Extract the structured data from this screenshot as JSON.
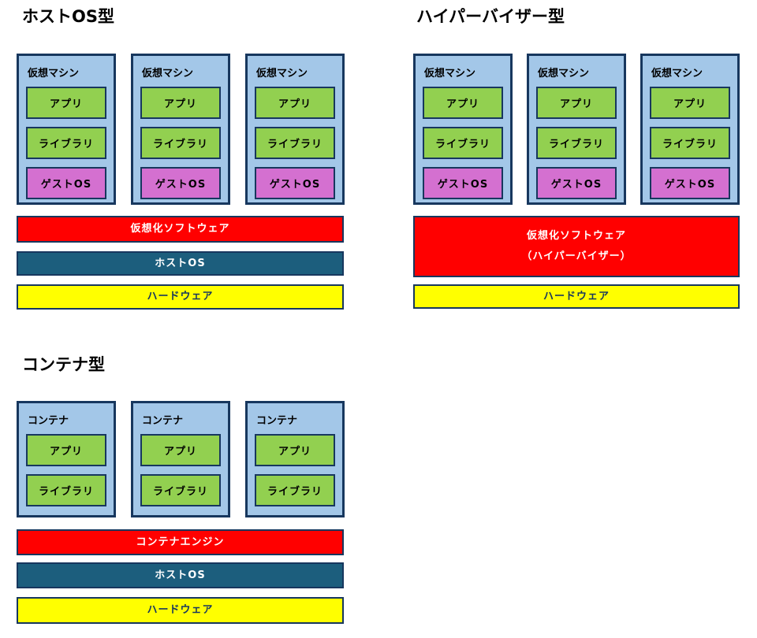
{
  "colors": {
    "canvas_bg": "#FFFFFF",
    "box_fill": "#A3C7E8",
    "outline": "#17375E",
    "green": "#92D050",
    "magenta": "#D470D0",
    "red": "#FF0000",
    "teal": "#1C5E7D",
    "yellow": "#FFFF00",
    "dark_text": "#000000",
    "navy_text": "#17375E",
    "white_text": "#FFFFFF"
  },
  "sections": [
    {
      "title": "ホストOS型",
      "machines": [
        {
          "label": "仮想マシン",
          "layers": [
            {
              "label": "アプリ",
              "color": "green"
            },
            {
              "label": "ライブラリ",
              "color": "green"
            },
            {
              "label": "ゲストOS",
              "color": "magenta"
            }
          ]
        },
        {
          "label": "仮想マシン",
          "layers": [
            {
              "label": "アプリ",
              "color": "green"
            },
            {
              "label": "ライブラリ",
              "color": "green"
            },
            {
              "label": "ゲストOS",
              "color": "magenta"
            }
          ]
        },
        {
          "label": "仮想マシン",
          "layers": [
            {
              "label": "アプリ",
              "color": "green"
            },
            {
              "label": "ライブラリ",
              "color": "green"
            },
            {
              "label": "ゲストOS",
              "color": "magenta"
            }
          ]
        }
      ],
      "bars": [
        {
          "label": "仮想化ソフトウェア",
          "color": "red"
        },
        {
          "label": "ホストOS",
          "color": "teal"
        },
        {
          "label": "ハードウェア",
          "color": "yellow"
        }
      ]
    },
    {
      "title": "ハイパーバイザー型",
      "machines": [
        {
          "label": "仮想マシン",
          "layers": [
            {
              "label": "アプリ",
              "color": "green"
            },
            {
              "label": "ライブラリ",
              "color": "green"
            },
            {
              "label": "ゲストOS",
              "color": "magenta"
            }
          ]
        },
        {
          "label": "仮想マシン",
          "layers": [
            {
              "label": "アプリ",
              "color": "green"
            },
            {
              "label": "ライブラリ",
              "color": "green"
            },
            {
              "label": "ゲストOS",
              "color": "magenta"
            }
          ]
        },
        {
          "label": "仮想マシン",
          "layers": [
            {
              "label": "アプリ",
              "color": "green"
            },
            {
              "label": "ライブラリ",
              "color": "green"
            },
            {
              "label": "ゲストOS",
              "color": "magenta"
            }
          ]
        }
      ],
      "bars": [
        {
          "lines": [
            "仮想化ソフトウェア",
            "（ハイパーバイザー）"
          ],
          "color": "red"
        },
        {
          "label": "ハードウェア",
          "color": "yellow"
        }
      ]
    },
    {
      "title": "コンテナ型",
      "machines": [
        {
          "label": "コンテナ",
          "layers": [
            {
              "label": "アプリ",
              "color": "green"
            },
            {
              "label": "ライブラリ",
              "color": "green"
            }
          ]
        },
        {
          "label": "コンテナ",
          "layers": [
            {
              "label": "アプリ",
              "color": "green"
            },
            {
              "label": "ライブラリ",
              "color": "green"
            }
          ]
        },
        {
          "label": "コンテナ",
          "layers": [
            {
              "label": "アプリ",
              "color": "green"
            },
            {
              "label": "ライブラリ",
              "color": "green"
            }
          ]
        }
      ],
      "bars": [
        {
          "label": "コンテナエンジン",
          "color": "red"
        },
        {
          "label": "ホストOS",
          "color": "teal"
        },
        {
          "label": "ハードウェア",
          "color": "yellow"
        }
      ]
    }
  ]
}
